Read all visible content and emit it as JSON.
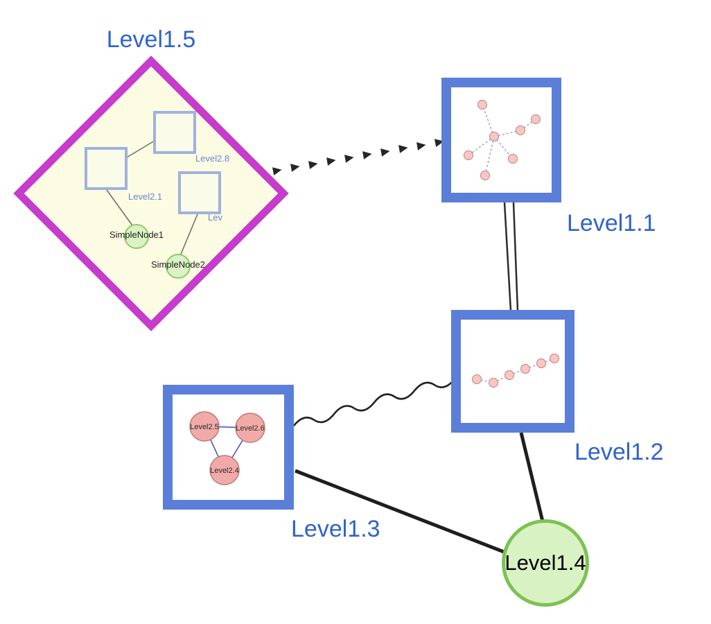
{
  "diagram": {
    "type": "nested-graph-visualization",
    "labels": {
      "level15": "Level1.5",
      "level11": "Level1.1",
      "level12": "Level1.2",
      "level13": "Level1.3",
      "level14": "Level1.4"
    },
    "level15_children": {
      "square_top": "Level2.8",
      "square_left": "Level2.1",
      "square_right": "Lev",
      "green_node_1": "SimpleNode1",
      "green_node_2": "SimpleNode2"
    },
    "level13_children": {
      "node_left": "Level2.5",
      "node_right": "Level2.6",
      "node_bottom": "Level2.4"
    },
    "edges": [
      {
        "from": "Level1.5",
        "to": "Level1.1",
        "style": "dashed-arrow-chain"
      },
      {
        "from": "Level1.1",
        "to": "Level1.2",
        "style": "double-parallel-line"
      },
      {
        "from": "Level1.3",
        "to": "Level1.2",
        "style": "wavy"
      },
      {
        "from": "Level1.3",
        "to": "Level1.4",
        "style": "solid"
      },
      {
        "from": "Level1.2",
        "to": "Level1.4",
        "style": "solid"
      }
    ],
    "colors": {
      "label_blue": "#2f63cb",
      "diamond_border": "#c63ccb",
      "diamond_fill": "#fcfce2",
      "square_border": "#5b7fd8",
      "inner_square_border": "#9fb2de",
      "green_fill": "#d9f2c3",
      "green_border": "#7cc254",
      "pink_fill": "#f2aaa8",
      "pink_border": "#b97c7c",
      "edge_black": "#1e1e1e"
    }
  }
}
